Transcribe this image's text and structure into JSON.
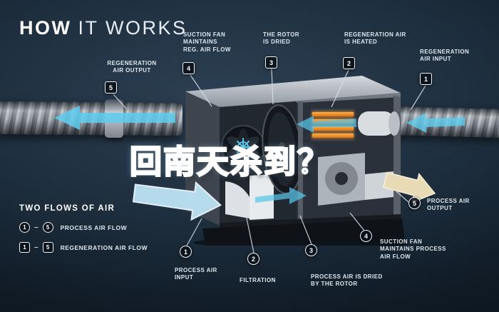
{
  "title": {
    "word1": "HOW",
    "word2": "IT WORKS"
  },
  "overlay_text": "回南天杀到？",
  "colors": {
    "background": "#1c2c3b",
    "flow_cyan": "#5ecdee",
    "heater_orange": "#f08c1e",
    "process_output_tan": "#e9dab6",
    "text": "#e9eef3"
  },
  "legend": {
    "heading": "TWO FLOWS OF AIR",
    "separator": "–",
    "rows": [
      {
        "from": "1",
        "to": "5",
        "label": "PROCESS AIR FLOW",
        "shape": "circle"
      },
      {
        "from": "1",
        "to": "5",
        "label": "REGENERATION AIR FLOW",
        "shape": "square"
      }
    ]
  },
  "callouts": {
    "regeneration_air_output": {
      "num": "5",
      "label": "REGENERATION\nAIR OUTPUT"
    },
    "suction_fan_reg": {
      "num": "4",
      "label": "SUCTION FAN\nMAINTAINS\nREG. AIR FLOW"
    },
    "rotor_is_dried": {
      "num": "3",
      "label": "THE ROTOR\nIS DRIED"
    },
    "regeneration_air_heated": {
      "num": "2",
      "label": "REGENERATION AIR\nIS HEATED"
    },
    "regeneration_air_input": {
      "num": "1",
      "label": "REGENERATION\nAIR INPUT"
    },
    "process_air_output": {
      "num": "5",
      "label": "PROCESS AIR\nOUTPUT"
    },
    "suction_fan_process": {
      "num": "4",
      "label": "SUCTION FAN\nMAINTAINS PROCESS\nAIR FLOW"
    },
    "process_air_dried": {
      "num": "3",
      "label": "PROCESS AIR IS DRIED\nBY THE ROTOR"
    },
    "filtration": {
      "num": "2",
      "label": "FILTRATION"
    },
    "process_air_input": {
      "num": "1",
      "label": "PROCESS AIR\nINPUT"
    }
  }
}
